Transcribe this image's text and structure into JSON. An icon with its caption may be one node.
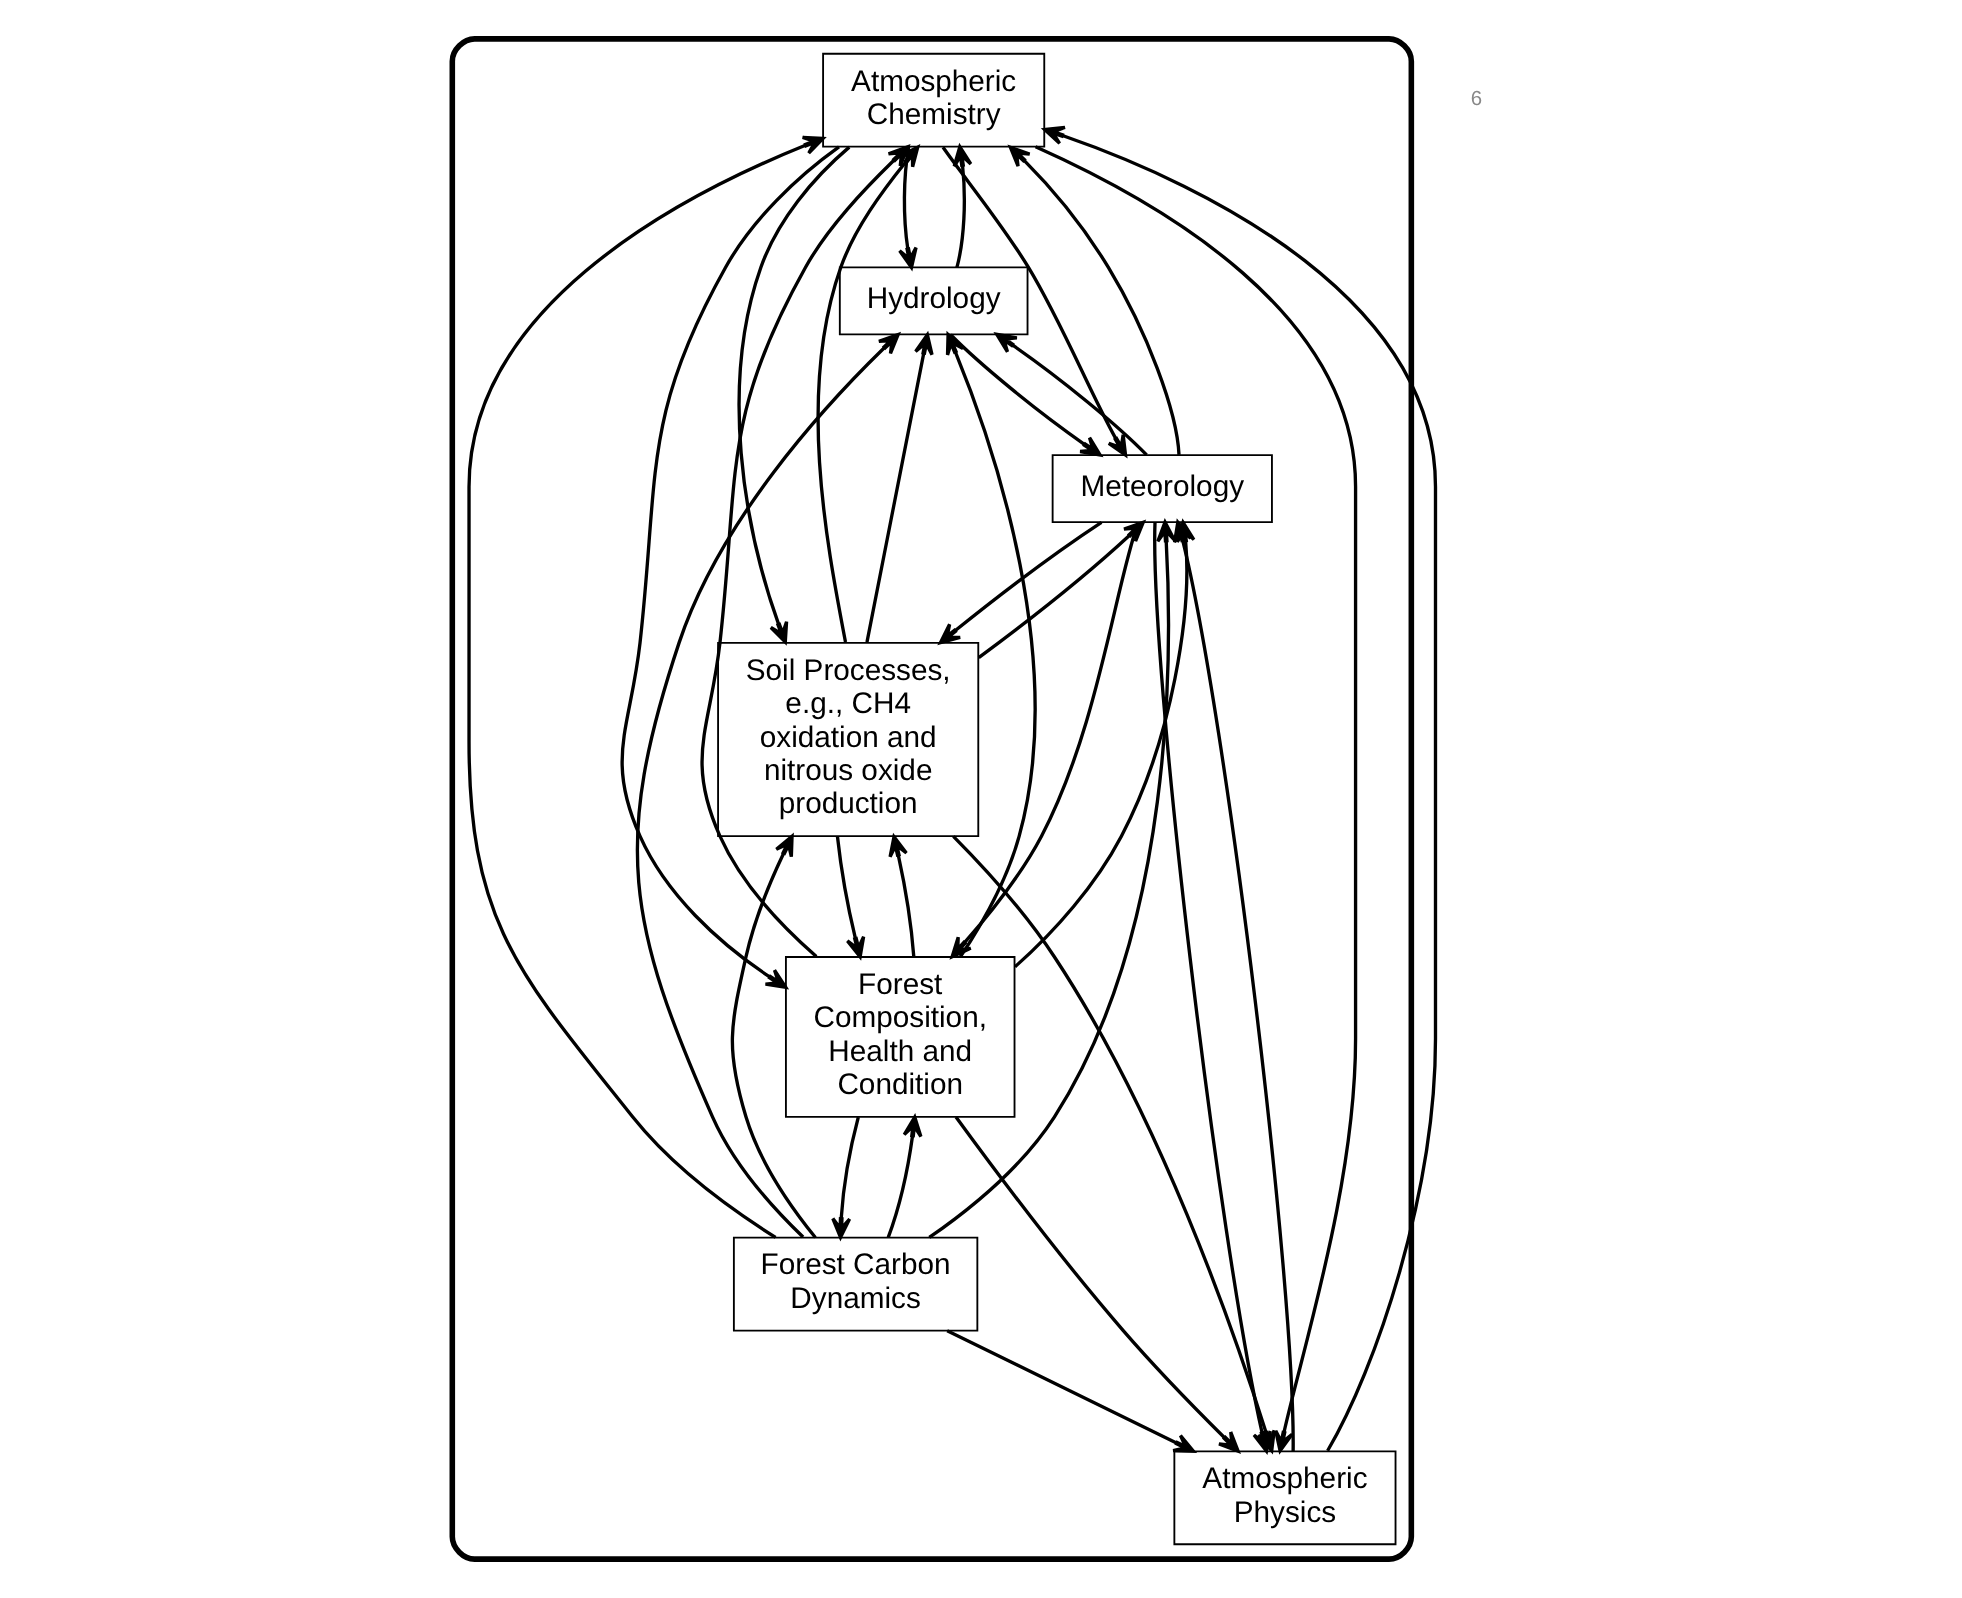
{
  "diagram": {
    "nodes": [
      {
        "text": [],
        "shape": "ellipse"
      },
      {
        "text": [
          "Atmospheric Chemistry"
        ],
        "in": 0
      },
      {
        "text": [
          "Hydrology"
        ],
        "in": 0
      },
      {
        "text": [
          "Atmospheric Physics"
        ],
        "in": 0
      },
      {
        "text": [
          "Forest Carbon Dynamics"
        ],
        "in": 0
      },
      {
        "text": [
          "Meteorology"
        ],
        "in": 0
      },
      {
        "text": [
          "Forest Composition, Health and Condition"
        ],
        "in": 0
      },
      {
        "text": [
          "Soil Processes, e.g., CH4 oxidation and nitrous oxide production"
        ],
        "in": 0
      }
    ],
    "edges": [
      {
        "from": 2,
        "to": 1,
        "arrow": "to"
      },
      {
        "from": 1,
        "to": 2,
        "arrow": "to"
      },
      {
        "from": 1,
        "to": 3,
        "arrow": "to"
      },
      {
        "from": 3,
        "to": 1,
        "arrow": "to"
      },
      {
        "from": 3,
        "to": 5,
        "arrow": "to"
      },
      {
        "from": 5,
        "to": 3,
        "arrow": "to"
      },
      {
        "from": 5,
        "to": 7,
        "arrow": "to"
      },
      {
        "from": 7,
        "to": 5,
        "arrow": "to"
      },
      {
        "from": 7,
        "to": 6,
        "arrow": "to"
      },
      {
        "from": 6,
        "to": 7,
        "arrow": "to"
      },
      {
        "from": 4,
        "to": 6,
        "arrow": "to"
      },
      {
        "from": 6,
        "to": 4,
        "arrow": "to"
      },
      {
        "from": 4,
        "to": 2,
        "arrow": "to"
      },
      {
        "from": 6,
        "to": 2,
        "arrow": "to"
      },
      {
        "from": 4,
        "to": 1,
        "arrow": "to"
      },
      {
        "from": 4,
        "to": 3,
        "arrow": "to"
      },
      {
        "from": 4,
        "to": 5,
        "arrow": "to"
      },
      {
        "from": 4,
        "to": 7,
        "arrow": "to"
      },
      {
        "from": 6,
        "to": 1,
        "arrow": "to"
      },
      {
        "from": 1,
        "to": 6,
        "arrow": "to"
      },
      {
        "from": 6,
        "to": 3,
        "arrow": "to"
      },
      {
        "from": 6,
        "to": 5,
        "arrow": "to"
      },
      {
        "from": 5,
        "to": 6,
        "arrow": "to"
      },
      {
        "from": 5,
        "to": 2,
        "arrow": "to"
      },
      {
        "from": 2,
        "to": 5,
        "arrow": "to"
      },
      {
        "from": 7,
        "to": 2,
        "arrow": "to"
      },
      {
        "from": 1,
        "to": 7,
        "arrow": "to"
      },
      {
        "from": 7,
        "to": 1,
        "arrow": "to"
      },
      {
        "from": 1,
        "to": 5,
        "arrow": "to"
      },
      {
        "from": 5,
        "to": 1,
        "arrow": "to"
      },
      {
        "from": 7,
        "to": 3,
        "arrow": "to"
      }
    ],
    "labels": [
      "6"
    ]
  }
}
